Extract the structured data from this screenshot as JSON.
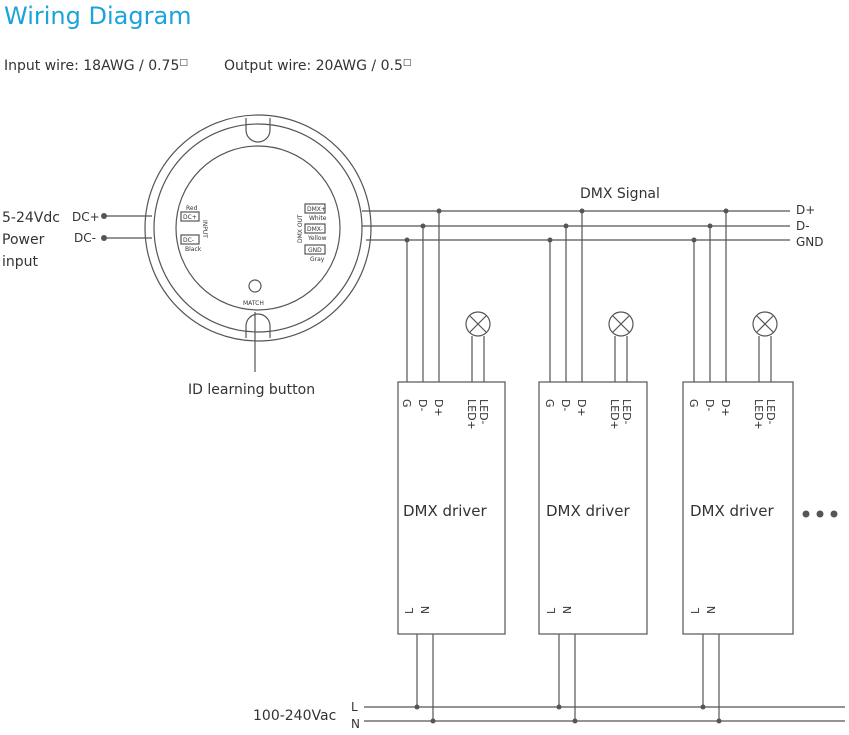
{
  "title": "Wiring Diagram",
  "input_wire": "Input wire: 18AWG / 0.75",
  "output_wire": "Output wire: 20AWG / 0.5",
  "controller": {
    "input_label": "INPUT",
    "input_pins": [
      {
        "pin": "DC+",
        "color": "Red"
      },
      {
        "pin": "DC-",
        "color": "Black"
      }
    ],
    "output_label": "DMX OUT",
    "output_pins": [
      {
        "pin": "DMX+",
        "color": "White"
      },
      {
        "pin": "DMX-",
        "color": "Yellow"
      },
      {
        "pin": "GND",
        "color": "Gray"
      }
    ],
    "match_label": "MATCH"
  },
  "power_input": {
    "voltage": "5-24Vdc",
    "line1": "Power",
    "line2": "input",
    "dc_plus": "DC+",
    "dc_minus": "DC-"
  },
  "dmx_signal_label": "DMX Signal",
  "bus_labels": [
    "D+",
    "D-",
    "GND"
  ],
  "id_button_label": "ID learning button",
  "drivers": [
    {
      "name": "DMX driver",
      "terminals": [
        "G",
        "D-",
        "D+",
        "LED+",
        "LED-"
      ],
      "mains": [
        "L",
        "N"
      ]
    },
    {
      "name": "DMX driver",
      "terminals": [
        "G",
        "D-",
        "D+",
        "LED+",
        "LED-"
      ],
      "mains": [
        "L",
        "N"
      ]
    },
    {
      "name": "DMX driver",
      "terminals": [
        "G",
        "D-",
        "D+",
        "LED+",
        "LED-"
      ],
      "mains": [
        "L",
        "N"
      ]
    }
  ],
  "more_label": "•••",
  "mains": {
    "voltage": "100-240Vac",
    "l": "L",
    "n": "N"
  },
  "colors": {
    "title": "#1aa3dc",
    "line": "#555555",
    "text": "#333333"
  }
}
